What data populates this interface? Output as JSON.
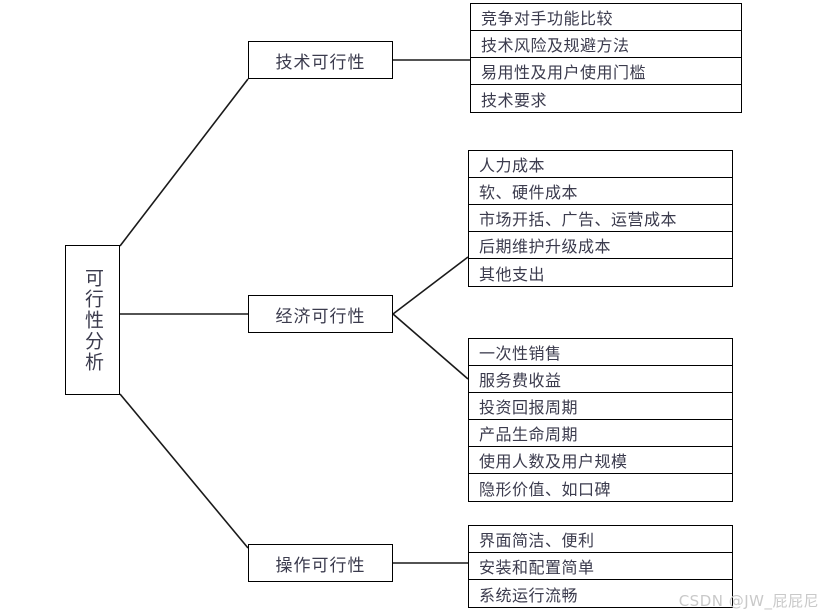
{
  "diagram": {
    "root": {
      "label": "可行性分析"
    },
    "categories": [
      {
        "label": "技术可行性"
      },
      {
        "label": "经济可行性"
      },
      {
        "label": "操作可行性"
      }
    ],
    "groups": [
      {
        "owner": "技术可行性",
        "items": [
          "竞争对手功能比较",
          "技术风险及规避方法",
          "易用性及用户使用门槛",
          "技术要求"
        ]
      },
      {
        "owner": "经济可行性",
        "items": [
          "人力成本",
          "软、硬件成本",
          "市场开括、广告、运营成本",
          "后期维护升级成本",
          "其他支出"
        ]
      },
      {
        "owner": "经济可行性",
        "items": [
          "一次性销售",
          "服务费收益",
          "投资回报周期",
          "产品生命周期",
          "使用人数及用户规模",
          "隐形价值、如口碑"
        ]
      },
      {
        "owner": "操作可行性",
        "items": [
          "界面简洁、便利",
          "安装和配置简单",
          "系统运行流畅"
        ]
      }
    ]
  },
  "watermark": {
    "text": "CSDN @JW_屁屁尼"
  },
  "colors": {
    "stroke": "#000000",
    "text": "#3b3b4d",
    "background": "#ffffff",
    "watermark": "#c9c9c9"
  }
}
